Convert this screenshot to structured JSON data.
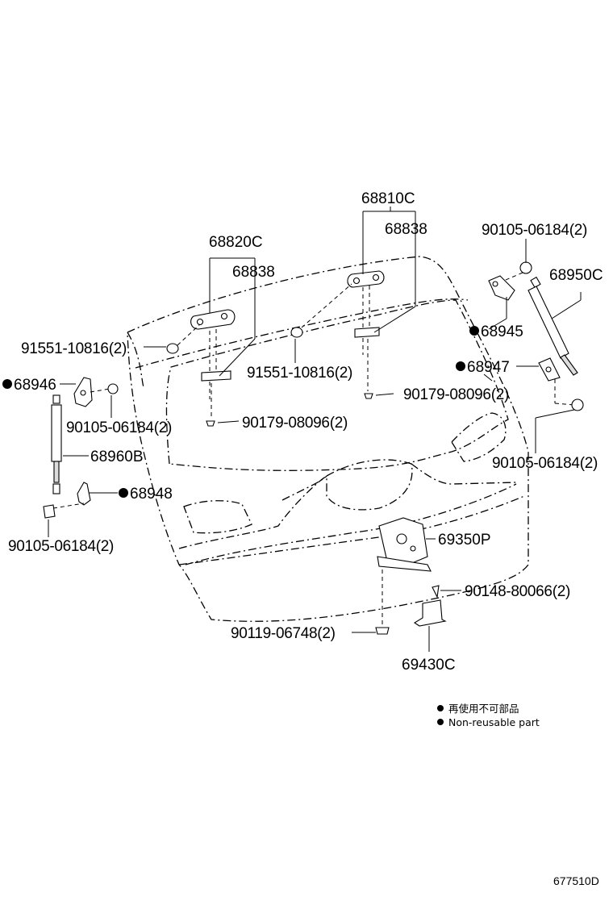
{
  "parts": {
    "p68810C": "68810C",
    "p68838_right": "68838",
    "p68820C": "68820C",
    "p68838_left": "68838",
    "p90105_top": "90105-06184(2)",
    "p68950C": "68950C",
    "p68945": "68945",
    "p68947": "68947",
    "p91551_left": "91551-10816(2)",
    "p91551_mid": "91551-10816(2)",
    "p68946": "68946",
    "p90179_right": "90179-08096(2)",
    "p90105_left": "90105-06184(2)",
    "p90179_left": "90179-08096(2)",
    "p68960B": "68960B",
    "p90105_right": "90105-06184(2)",
    "p68948": "68948",
    "p90105_bottom": "90105-06184(2)",
    "p69350P": "69350P",
    "p90148": "90148-80066(2)",
    "p90119": "90119-06748(2)",
    "p69430C": "69430C"
  },
  "legend": {
    "jp": "再使用不可部品",
    "en": "Non-reusable part"
  },
  "diagram_code": "677510D"
}
